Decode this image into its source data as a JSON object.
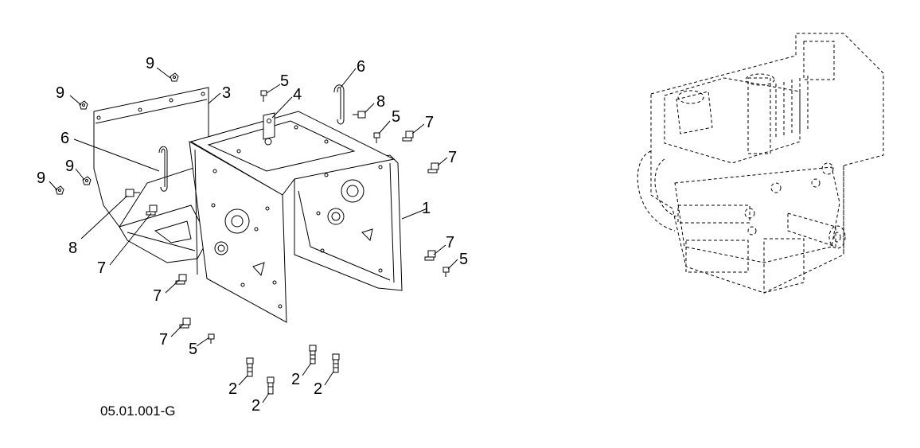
{
  "diagram": {
    "figure_code": "05.01.001-G",
    "callouts": [
      {
        "id": "c1",
        "text": "1"
      },
      {
        "id": "c2a",
        "text": "2"
      },
      {
        "id": "c2b",
        "text": "2"
      },
      {
        "id": "c2c",
        "text": "2"
      },
      {
        "id": "c2d",
        "text": "2"
      },
      {
        "id": "c3",
        "text": "3"
      },
      {
        "id": "c4",
        "text": "4"
      },
      {
        "id": "c5a",
        "text": "5"
      },
      {
        "id": "c5b",
        "text": "5"
      },
      {
        "id": "c5c",
        "text": "5"
      },
      {
        "id": "c5d",
        "text": "5"
      },
      {
        "id": "c6a",
        "text": "6"
      },
      {
        "id": "c6b",
        "text": "6"
      },
      {
        "id": "c7a",
        "text": "7"
      },
      {
        "id": "c7b",
        "text": "7"
      },
      {
        "id": "c7c",
        "text": "7"
      },
      {
        "id": "c7d",
        "text": "7"
      },
      {
        "id": "c7e",
        "text": "7"
      },
      {
        "id": "c7f",
        "text": "7"
      },
      {
        "id": "c8a",
        "text": "8"
      },
      {
        "id": "c8b",
        "text": "8"
      },
      {
        "id": "c9a",
        "text": "9"
      },
      {
        "id": "c9b",
        "text": "9"
      },
      {
        "id": "c9c",
        "text": "9"
      },
      {
        "id": "c9d",
        "text": "9"
      }
    ]
  }
}
